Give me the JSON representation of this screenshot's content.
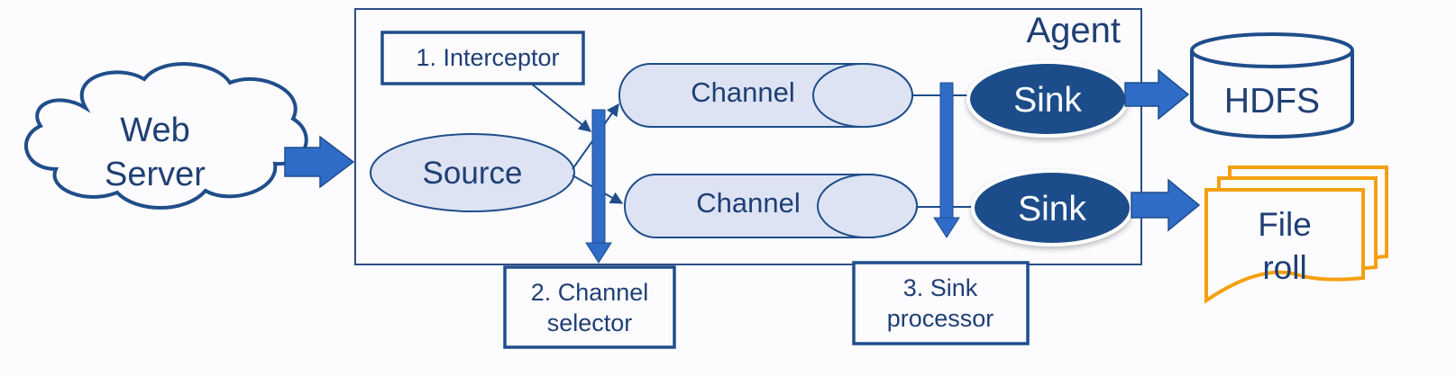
{
  "diagram": {
    "agent": {
      "label": "Agent"
    },
    "web_server": {
      "line1": "Web",
      "line2": "Server"
    },
    "source": {
      "label": "Source"
    },
    "interceptor": {
      "label": "1. Interceptor"
    },
    "channel_selector": {
      "line1": "2. Channel",
      "line2": "selector"
    },
    "sink_processor": {
      "line1": "3. Sink",
      "line2": "processor"
    },
    "channels": [
      {
        "label": "Channel"
      },
      {
        "label": "Channel"
      }
    ],
    "sinks": [
      {
        "label": "Sink"
      },
      {
        "label": "Sink"
      }
    ],
    "hdfs": {
      "label": "HDFS"
    },
    "file_roll": {
      "line1": "File",
      "line2": "roll"
    }
  },
  "colors": {
    "dark_blue": "#1f4e8a",
    "arrow_blue": "#2f6cc8",
    "light_fill": "#dde3f3",
    "orange": "#f5a010",
    "agent_border": "#2c4f86"
  }
}
